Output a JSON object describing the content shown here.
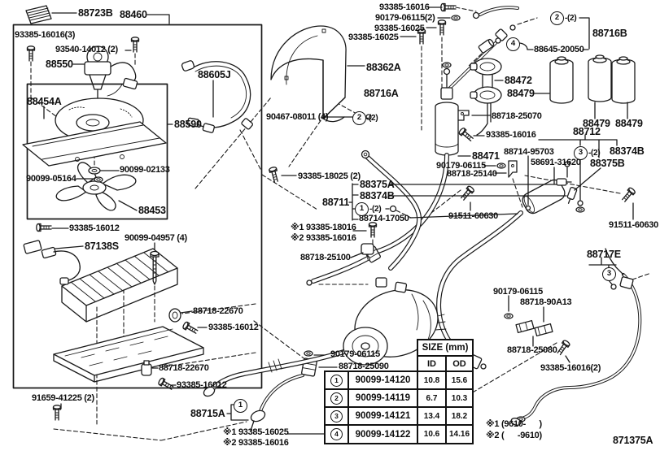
{
  "figure": {
    "code": "871375A"
  },
  "labels": {
    "l01": "88723B",
    "l02": "88460",
    "l03": "93385-16016(3)",
    "l04": "93540-14012 (2)",
    "l05": "88550",
    "l06": "88454A",
    "l07": "88605J",
    "l08": "88590",
    "l09": "90467-08011 (4)",
    "l10": "90099-02133",
    "l11": "90099-05164",
    "l12": "88453",
    "l13": "93385-16012",
    "l14": "90099-04957 (4)",
    "l15": "87138S",
    "l16": "88718-22670",
    "l17": "93385-16012",
    "l18": "88718-22670",
    "l19": "93385-16012",
    "l20": "91659-41225 (2)",
    "l21": "88715A",
    "l22": "※1 93385-16025",
    "l23": "※2 93385-16016",
    "l24": "88362A",
    "l25": "88716A",
    "l26": "93385-18025 (2)",
    "l27": "88375A",
    "l28": "88374B",
    "l29": "88711",
    "l30": "88714-17050",
    "l31": "※1 93385-18016",
    "l32": "※2 93385-16016",
    "l33": "88718-25100",
    "l34": "90179-06115",
    "l35": "88718-25090",
    "l36": "93385-16016",
    "l37": "90179-06115(2)",
    "l38": "93385-16025",
    "l39": "93385-16025",
    "l40": "88716B",
    "l41": "88645-20050",
    "l42": "88472",
    "l43": "88479",
    "l44": "88718-25070",
    "l45": "93385-16016",
    "l46": "88479",
    "l47": "88479",
    "l48": "88712",
    "l49": "88471",
    "l50": "88714-95703",
    "l51": "58691-31620",
    "l52": "88374B",
    "l53": "88375B",
    "l54": "90179-06115",
    "l55": "88718-25140",
    "l56": "91511-60630",
    "l57": "91511-60630",
    "l58": "88717E",
    "l59": "90179-06115",
    "l60": "88718-90A13",
    "l61": "88718-25080",
    "l62": "93385-16016(2)",
    "l63": "※1 (9610-      )",
    "l64": "※2 (      -9610)",
    "l65": "871375A"
  },
  "callouts": {
    "n1": "1",
    "n2": "2",
    "n3": "3",
    "n4": "4",
    "qty2": "-(2)"
  },
  "table": {
    "title": "SIZE (mm)",
    "col_id": "ID",
    "col_od": "OD",
    "rows": [
      {
        "n": "1",
        "part": "90099-14120",
        "id": "10.8",
        "od": "15.6"
      },
      {
        "n": "2",
        "part": "90099-14119",
        "id": "6.7",
        "od": "10.3"
      },
      {
        "n": "3",
        "part": "90099-14121",
        "id": "13.4",
        "od": "18.2"
      },
      {
        "n": "4",
        "part": "90099-14122",
        "id": "10.6",
        "od": "14.16"
      }
    ]
  }
}
